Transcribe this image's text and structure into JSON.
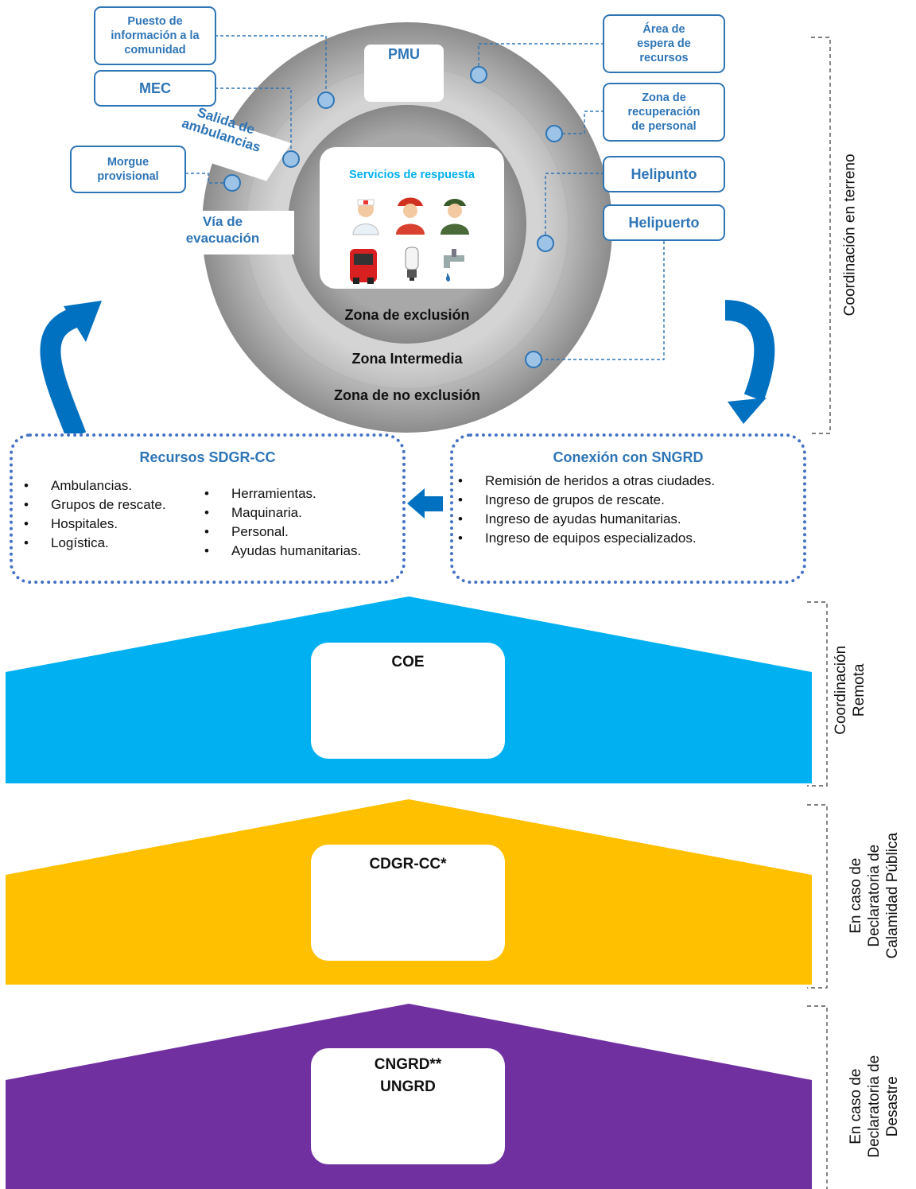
{
  "pmu": "PMU",
  "callouts": {
    "puesto": "Puesto de información a la comunidad",
    "mec": "MEC",
    "morgue": "Morgue provisional",
    "area_espera": "Área de espera de recursos",
    "zona_recuperacion": "Zona de recuperación de personal",
    "helipunto": "Helipunto",
    "helipuerto": "Helipuerto"
  },
  "road_labels": {
    "salida": "Salida de ambulancias",
    "via": "Vía de evacuación"
  },
  "services": {
    "title": "Servicios de respuesta",
    "icons": [
      "nurse-icon",
      "firefighter-icon",
      "soldier-icon",
      "fire-truck-icon",
      "light-bulb-icon",
      "water-tap-icon"
    ]
  },
  "zones": {
    "exclusion": "Zona de exclusión",
    "intermedia": "Zona Intermedia",
    "no_exclusion": "Zona de no exclusión"
  },
  "recursos": {
    "title": "Recursos SDGR-CC",
    "col1": [
      "Ambulancias.",
      "Grupos de rescate.",
      "Hospitales.",
      "Logística."
    ],
    "col2": [
      "Herramientas.",
      "Maquinaria.",
      "Personal.",
      "Ayudas humanitarias."
    ]
  },
  "conexion": {
    "title": "Conexión con SNGRD",
    "items": [
      "Remisión de heridos a otras ciudades.",
      "Ingreso de grupos de rescate.",
      "Ingreso de ayudas humanitarias.",
      "Ingreso de equipos especializados."
    ]
  },
  "bands": {
    "coe": "COE",
    "cdgr": "CDGR-CC*",
    "cngrd": "CNGRD**",
    "ungrd": "UNGRD"
  },
  "side_labels": {
    "terreno": "Coordinación  en terreno",
    "remota": [
      "Coordinación",
      "Remota"
    ],
    "calamidad": [
      "En caso de",
      "Declaratoria de",
      "Calamidad Pública"
    ],
    "desastre": [
      "En caso de",
      "Declaratoria de",
      "Desastre"
    ]
  },
  "colors": {
    "accent_blue": "#2e75b6",
    "cyan_band": "#00b0f0",
    "yellow_band": "#ffc000",
    "purple_band": "#7030a0",
    "arrow_blue": "#0070c0"
  }
}
